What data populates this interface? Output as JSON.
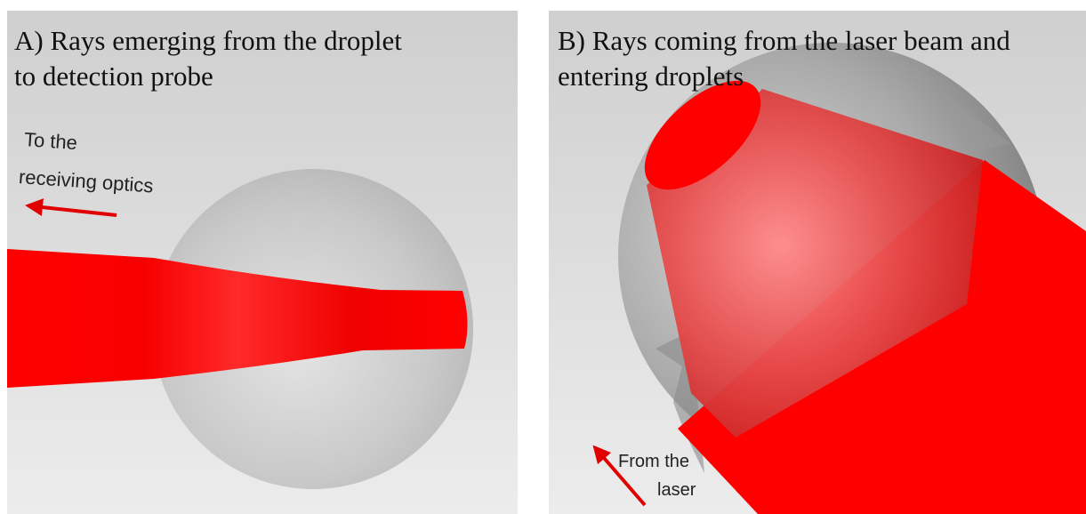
{
  "panel_a": {
    "title_line1": "A) Rays emerging from the droplet",
    "title_line2": "to detection probe",
    "annotation_line1": "To the",
    "annotation_line2": "receiving optics"
  },
  "panel_b": {
    "title_line1": "B) Rays coming from the laser beam and",
    "title_line2": "entering droplets",
    "annotation_line1": "From the",
    "annotation_line2": "laser"
  },
  "colors": {
    "beam": "#ff0000",
    "background": "#d9d9d9",
    "droplet": "#c8c8c8"
  }
}
